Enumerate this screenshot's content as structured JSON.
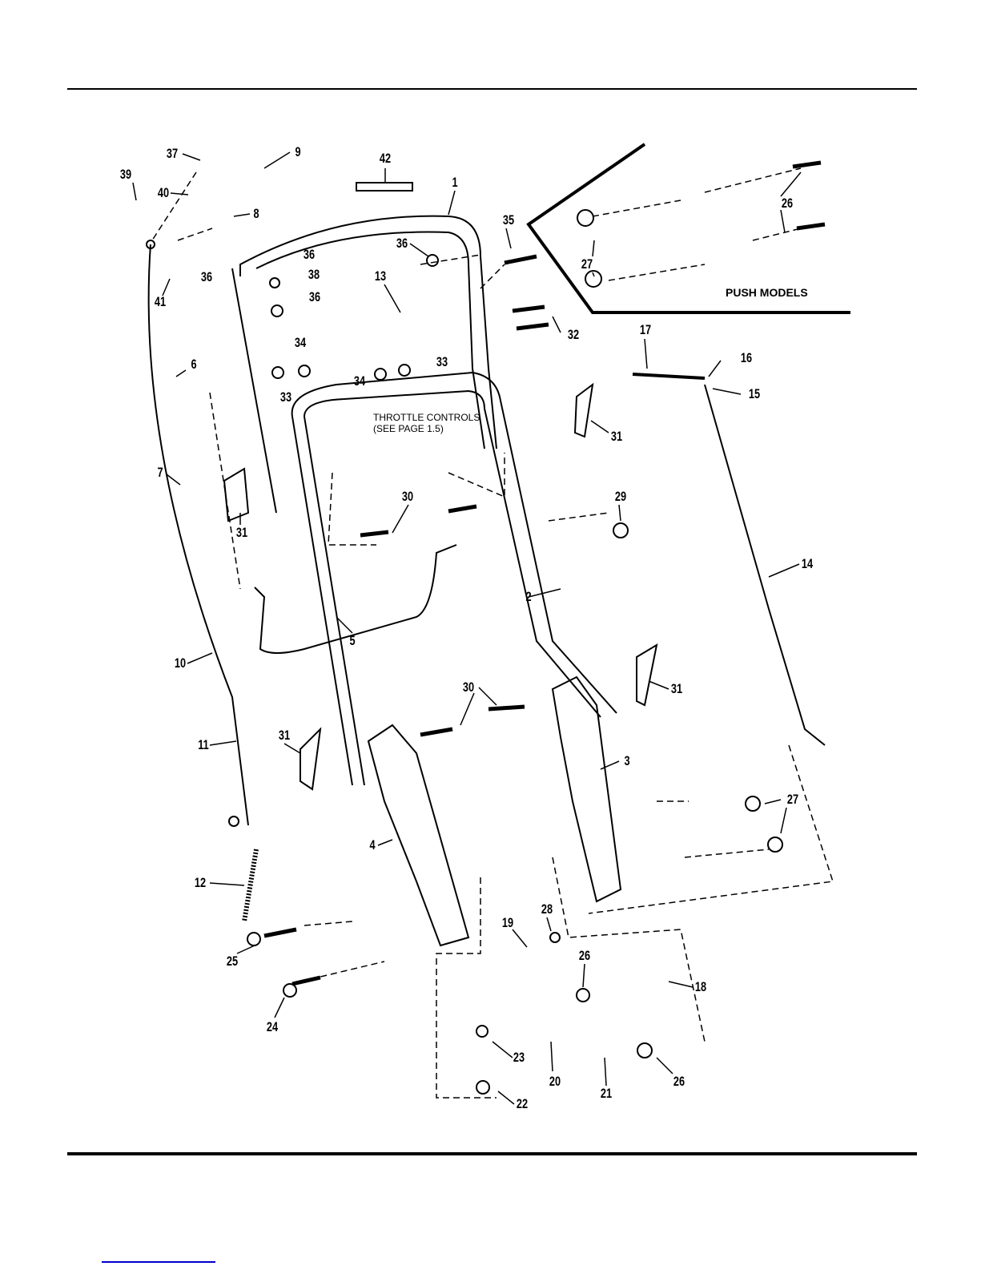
{
  "callouts": [
    "1",
    "2",
    "3",
    "4",
    "5",
    "6",
    "7",
    "8",
    "9",
    "10",
    "11",
    "12",
    "13",
    "14",
    "15",
    "16",
    "17",
    "18",
    "19",
    "20",
    "21",
    "22",
    "23",
    "24",
    "25",
    "26",
    "26",
    "26",
    "27",
    "27",
    "28",
    "29",
    "30",
    "30",
    "31",
    "31",
    "31",
    "31",
    "32",
    "33",
    "33",
    "34",
    "34",
    "35",
    "36",
    "36",
    "36",
    "36",
    "37",
    "38",
    "39",
    "40",
    "41",
    "42"
  ],
  "notes": {
    "throttle_line1": "THROTTLE CONTROLS",
    "throttle_line2": "(SEE PAGE 1.5)",
    "push_models": "PUSH MODELS"
  }
}
